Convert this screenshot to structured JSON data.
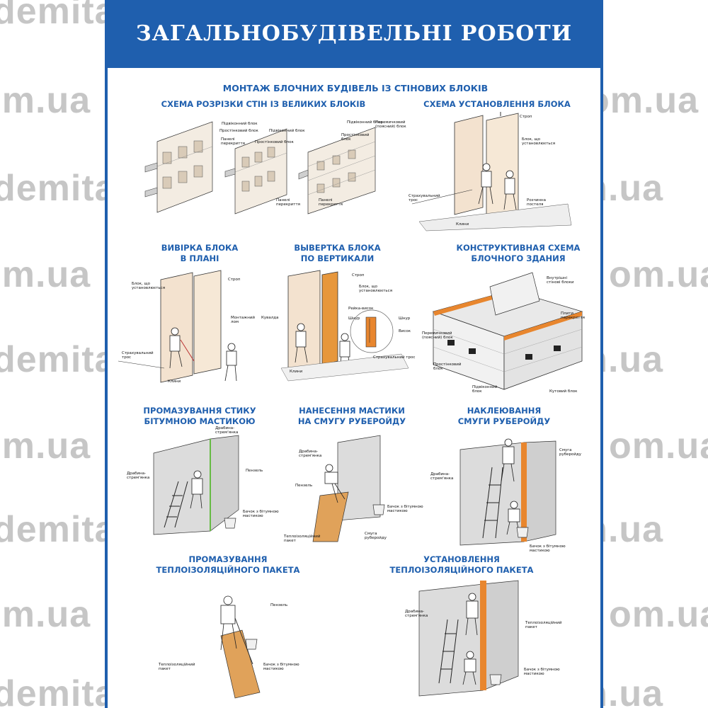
{
  "watermark": "demita.com.ua",
  "watermark_partial": "om.ua",
  "colors": {
    "banner": "#1f5fae",
    "heading": "#1f5fae",
    "watermark": "#b4b4b4",
    "accent": "#e8862e"
  },
  "title": "ЗАГАЛЬНОБУДІВЕЛЬНІ РОБОТИ",
  "section_title": "МОНТАЖ БЛОЧНИХ БУДІВЕЛЬ ІЗ СТІНОВИХ БЛОКІВ",
  "panels": {
    "cut_scheme": {
      "title": "СХЕМА РОЗРІЗКИ СТІН ІЗ ВЕЛИКИХ БЛОКІВ",
      "labels": {
        "a1": "Підвіконний блок",
        "a2": "Простінковий блок",
        "a3": "Панелі перекриття",
        "b1": "Підвіконний блок",
        "b2": "Простінковий блок",
        "b3": "Панелі перекриття",
        "c1": "Підвіконний блок",
        "c2": "Перемичковий (поясний) блок",
        "c3": "Простінковий блок",
        "c4": "Панелі перекриття"
      }
    },
    "install_scheme": {
      "title": "СХЕМА УСТАНОВЛЕННЯ БЛОКА",
      "labels": {
        "l1": "Строп",
        "l2": "Блок, що установлюється",
        "l3": "Страхувальний трос",
        "l4": "Розчинна постеля",
        "l5": "Клини"
      }
    },
    "plan_check": {
      "title_line1": "ВИВІРКА БЛОКА",
      "title_line2": "В ПЛАНІ",
      "labels": {
        "l1": "Блок, що установлюється",
        "l2": "Строп",
        "l3": "Монтажний лом",
        "l4": "Страхувальний трос",
        "l5": "Клини"
      }
    },
    "vertical_check": {
      "title_line1": "ВЫВЕРТКА БЛОКА",
      "title_line2": "ПО ВЕРТИКАЛИ",
      "labels": {
        "l1": "Строп",
        "l2": "Блок, що установлюється",
        "l3": "Рейка-висок",
        "l4": "Шнур",
        "l5": "Кувалда",
        "l6": "Шнур",
        "l7": "Висок",
        "l8": "Страхувальний трос",
        "l9": "Клини"
      }
    },
    "structure_scheme": {
      "title_line1": "КОНСТРУКТИВНАЯ СХЕМА",
      "title_line2": "БЛОЧНОГО ЗДАНИЯ",
      "labels": {
        "l1": "Внутрішні стінові блоки",
        "l2": "Плити перекриття",
        "l3": "Перемичковий (поясний) блок",
        "l4": "Простінковий блок",
        "l5": "Підвіконний блок",
        "l6": "Кутовий блок"
      }
    },
    "joint_coating": {
      "title_line1": "ПРОМАЗУВАННЯ СТИКУ",
      "title_line2": "БІТУМНОЮ МАСТИКОЮ",
      "labels": {
        "l1": "Драбина-стрем'янка",
        "l2": "Драбина-стрем'янка",
        "l3": "Пензель",
        "l4": "Бачок з бітумною мастикою"
      }
    },
    "mastic_strip": {
      "title_line1": "НАНЕСЕННЯ МАСТИКИ",
      "title_line2": "НА СМУГУ РУБЕРОЙДУ",
      "labels": {
        "l1": "Драбина-стрем'янка",
        "l2": "Пензель",
        "l3": "Бачок з бітумною мастикою",
        "l4": "Смуга руберойду",
        "l5": "Теплоізоляційний пакет"
      }
    },
    "strip_gluing": {
      "title_line1": "НАКЛЕЮВАННЯ",
      "title_line2": "СМУГИ РУБЕРОЙДУ",
      "labels": {
        "l1": "Смуга руберойду",
        "l2": "Драбина-стрем'янка",
        "l3": "Бачок з бітумною мастикою"
      }
    },
    "insulation_coating": {
      "title_line1": "ПРОМАЗУВАННЯ",
      "title_line2": "ТЕПЛОІЗОЛЯЦІЙНОГО ПАКЕТА",
      "labels": {
        "l1": "Пензель",
        "l2": "Теплоізоляційний пакет",
        "l3": "Бачок з бітумною мастикою"
      }
    },
    "insulation_install": {
      "title_line1": "УСТАНОВЛЕННЯ",
      "title_line2": "ТЕПЛОІЗОЛЯЦІЙНОГО ПАКЕТА",
      "labels": {
        "l1": "Драбина-стрем'янка",
        "l2": "Теплоізоляційний пакет",
        "l3": "Бачок з бітумною мастикою"
      }
    }
  }
}
